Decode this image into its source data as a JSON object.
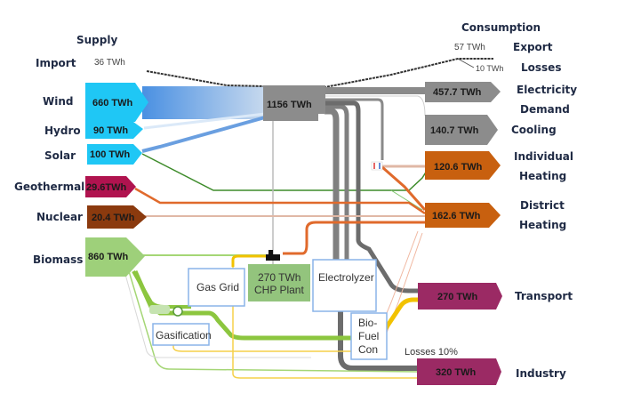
{
  "headers": {
    "supply": "Supply",
    "consumption": "Consumption"
  },
  "supply": [
    {
      "id": "import",
      "label": "Import",
      "value": "36 TWh",
      "color": ""
    },
    {
      "id": "wind",
      "label": "Wind",
      "value": "660 TWh",
      "color": "#1fc7f5"
    },
    {
      "id": "hydro",
      "label": "Hydro",
      "value": "90 TWh",
      "color": "#1fc7f5"
    },
    {
      "id": "solar",
      "label": "Solar",
      "value": "100 TWh",
      "color": "#1fc7f5"
    },
    {
      "id": "geothermal",
      "label": "Geothermal",
      "value": "29.6TWh",
      "color": "#b0134f"
    },
    {
      "id": "nuclear",
      "label": "Nuclear",
      "value": "20.4 TWh",
      "color": "#8b3a0e"
    },
    {
      "id": "biomass",
      "label": "Biomass",
      "value": "860 TWh",
      "color": "#9ed07a"
    }
  ],
  "hub": {
    "value": "1156 TWh",
    "color": "#8c8c8c"
  },
  "consumption": [
    {
      "id": "export",
      "label": "Export",
      "value": "57 TWh"
    },
    {
      "id": "losses",
      "label": "Losses",
      "value": "10 TWh"
    },
    {
      "id": "electricity",
      "label_line1": "Electricity",
      "label_line2": "Demand",
      "value": "457.7 TWh",
      "color": "#8c8c8c"
    },
    {
      "id": "cooling",
      "label_line1": "Cooling",
      "label_line2": "",
      "value": "140.7 TWh",
      "color": "#8c8c8c"
    },
    {
      "id": "individual",
      "label_line1": "Individual",
      "label_line2": "Heating",
      "value": "120.6 TWh",
      "color": "#c8600f"
    },
    {
      "id": "district",
      "label_line1": "District",
      "label_line2": "Heating",
      "value": "162.6 TWh",
      "color": "#c8600f"
    },
    {
      "id": "transport",
      "label_line1": "Transport",
      "label_line2": "",
      "value": "270 TWh",
      "color": "#9b2a64"
    },
    {
      "id": "industry",
      "label_line1": "Industry",
      "label_line2": "",
      "value": "320 TWh",
      "color": "#9b2a64"
    }
  ],
  "conversion": {
    "chp_line1": "270 TWh",
    "chp_line2": "CHP Plant",
    "gas_grid": "Gas Grid",
    "electrolyzer": "Electrolyzer",
    "gasification": "Gasification",
    "biofuel_line1": "Bio-",
    "biofuel_line2": "Fuel",
    "biofuel_line3": "Con",
    "losses_note": "Losses 10%"
  }
}
